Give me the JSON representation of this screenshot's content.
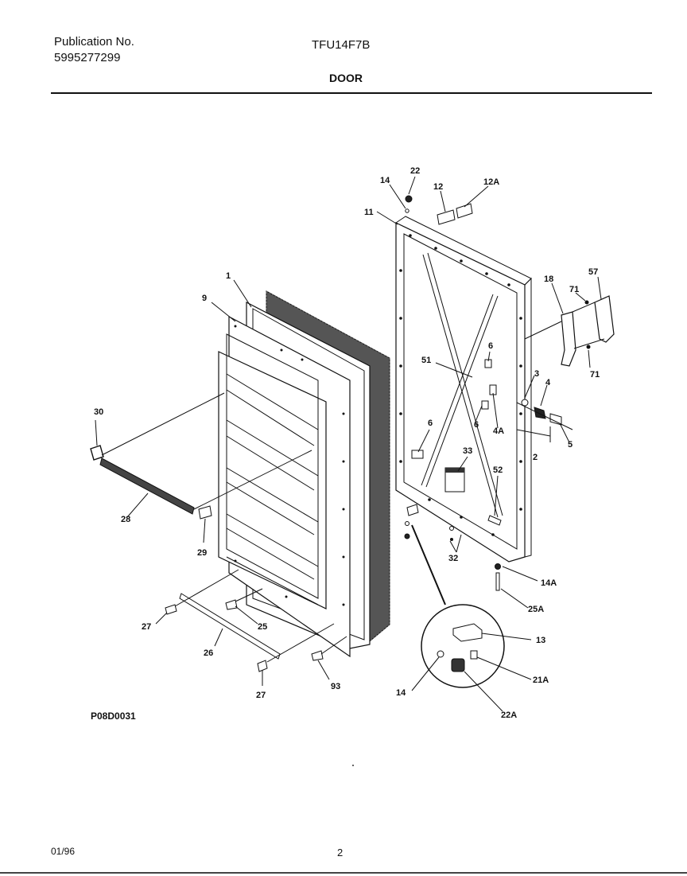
{
  "header": {
    "publication_label": "Publication No.",
    "publication_number": "5995277299",
    "model": "TFU14F7B",
    "section": "DOOR"
  },
  "footer": {
    "drawing_code": "P08D0031",
    "date": "01/96",
    "page": "2"
  },
  "callouts": {
    "c1": "1",
    "c9": "9",
    "c30": "30",
    "c28": "28",
    "c29": "29",
    "c27a": "27",
    "c26": "26",
    "c25": "25",
    "c27b": "27",
    "c93": "93",
    "c14top": "14",
    "c22": "22",
    "c12": "12",
    "c12A": "12A",
    "c11": "11",
    "c18": "18",
    "c71a": "71",
    "c57": "57",
    "c71b": "71",
    "c6a": "6",
    "c51": "51",
    "c3": "3",
    "c4": "4",
    "c6b": "6",
    "c4A": "4A",
    "c5": "5",
    "c6c": "6",
    "c2": "2",
    "c33": "33",
    "c52": "52",
    "c32": "32",
    "c14A": "14A",
    "c25A": "25A",
    "c13": "13",
    "c14mid": "14",
    "c21A": "21A",
    "c22A": "22A"
  }
}
